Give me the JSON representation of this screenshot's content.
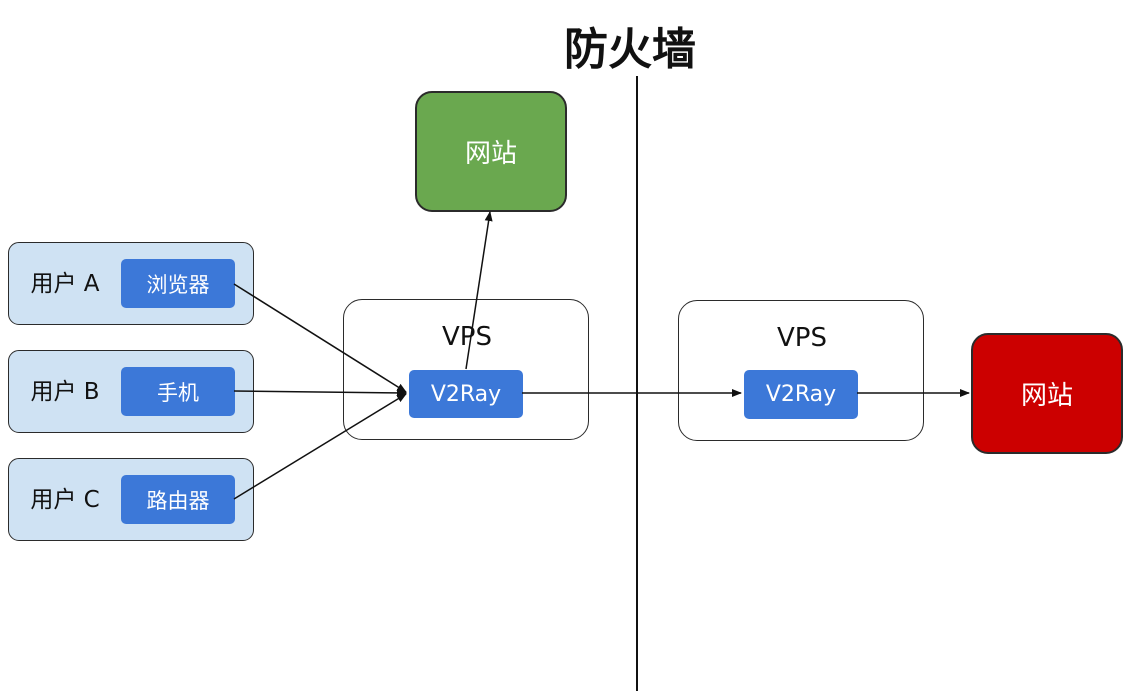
{
  "diagram": {
    "firewall_label": "防火墙",
    "users": [
      {
        "label": "用户 A",
        "device": "浏览器"
      },
      {
        "label": "用户 B",
        "device": "手机"
      },
      {
        "label": "用户 C",
        "device": "路由器"
      }
    ],
    "vps_left": {
      "label": "VPS",
      "app": "V2Ray"
    },
    "vps_right": {
      "label": "VPS",
      "app": "V2Ray"
    },
    "site_domestic": {
      "label": "网站",
      "color": "#6aa84f"
    },
    "site_foreign": {
      "label": "网站",
      "color": "#cc0000"
    },
    "colors": {
      "user_box_fill": "#cfe2f3",
      "app_pill": "#3c78d8",
      "line": "#111111"
    }
  }
}
